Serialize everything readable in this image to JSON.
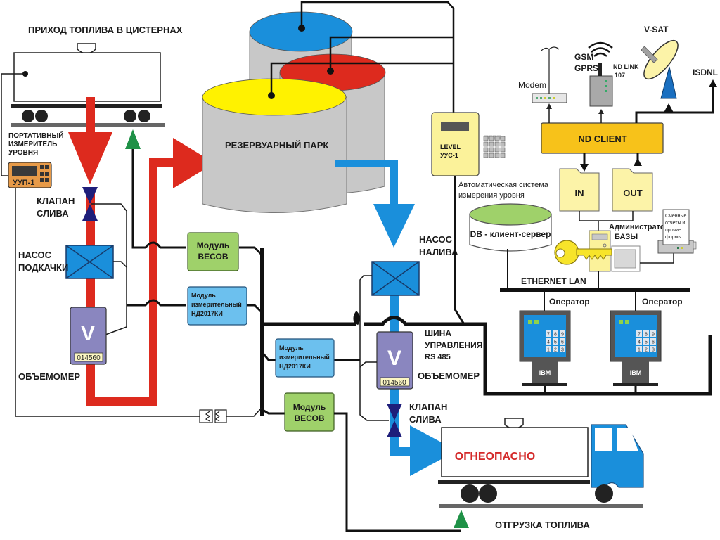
{
  "labels": {
    "incoming_title": "ПРИХОД ТОПЛИВА В ЦИСТЕРНАХ",
    "portable_gauge": [
      "ПОРТАТИВНЫЙ",
      "ИЗМЕРИТЕЛЬ",
      "УРОВНЯ"
    ],
    "gauge_device": "УУП-1",
    "drain_valve_left": [
      "КЛАПАН",
      "СЛИВА"
    ],
    "booster_pump": [
      "НАСОС",
      "ПОДКАЧКИ"
    ],
    "flowmeter_left": "ОБЪЕМОМЕР",
    "flowmeter_symbol": "V",
    "flowmeter_counter": "014560",
    "tank_farm": "РЕЗЕРВУАРНЫЙ  ПАРК",
    "scale_module_top": [
      "Модуль",
      "ВЕСОВ"
    ],
    "measure_module_left": [
      "Модуль",
      "измерительный",
      "НД2017КИ"
    ],
    "measure_module_right": [
      "Модуль",
      "измерительный",
      "НД2017КИ"
    ],
    "scale_module_bottom": [
      "Модуль",
      "ВЕСОВ"
    ],
    "fill_pump": [
      "НАСОС",
      "НАЛИВА"
    ],
    "control_bus": [
      "ШИНА",
      "УПРАВЛЕНИЯ",
      "RS 485"
    ],
    "flowmeter_right": "ОБЪЕМОМЕР",
    "drain_valve_right": [
      "КЛАПАН",
      "СЛИВА"
    ],
    "hazard": "ОГНЕОПАСНО",
    "outgoing_title": "ОТГРУЗКА  ТОПЛИВА",
    "level_device": [
      "LEVEL",
      "УУС-1"
    ],
    "auto_level_system": [
      "Автоматическая система",
      "измерения уровня"
    ],
    "modem": "Modem",
    "gsm": [
      "GSM",
      "GPRS"
    ],
    "nd_link": [
      "ND LINK",
      "107"
    ],
    "vsat": "V-SAT",
    "isdnl": "ISDNL",
    "nd_client": "ND  CLIENT",
    "folder_in": "IN",
    "folder_out": "OUT",
    "db": "DB - клиент-сервер",
    "db_admin": [
      "Администратор",
      "БАЗЫ"
    ],
    "reports": [
      "Сменные",
      "отчеты и",
      "прочие",
      "формы"
    ],
    "ethernet": "ETHERNET  LAN",
    "operator_1": "Оператор",
    "operator_2": "Оператор",
    "pc_brand": "IBM",
    "keypad": [
      "7",
      "8",
      "9",
      "4",
      "5",
      "6",
      "1",
      "2",
      "3"
    ]
  },
  "colors": {
    "fuel_in": "#dd2a1e",
    "fuel_out": "#1a8fdb",
    "tank_blue": "#1a8fdb",
    "tank_red": "#dd2a1e",
    "tank_yellow": "#fff200",
    "tank_body": "#c8c8c8",
    "pump": "#1a8fdb",
    "flowmeter": "#8a86bf",
    "valve": "#1e1e7a",
    "scale_module": "#9fd16a",
    "measure_module": "#6cc0ee",
    "nd_client": "#f7c21a",
    "folder": "#fcf3a8",
    "level_device": "#fbf29a",
    "gauge_device": "#e79a48",
    "hazard_text": "#d42a2a",
    "truck_cab": "#1a8fdb",
    "sensor_arrow": "#1f9147",
    "monitor_screen": "#1a8fdb"
  }
}
